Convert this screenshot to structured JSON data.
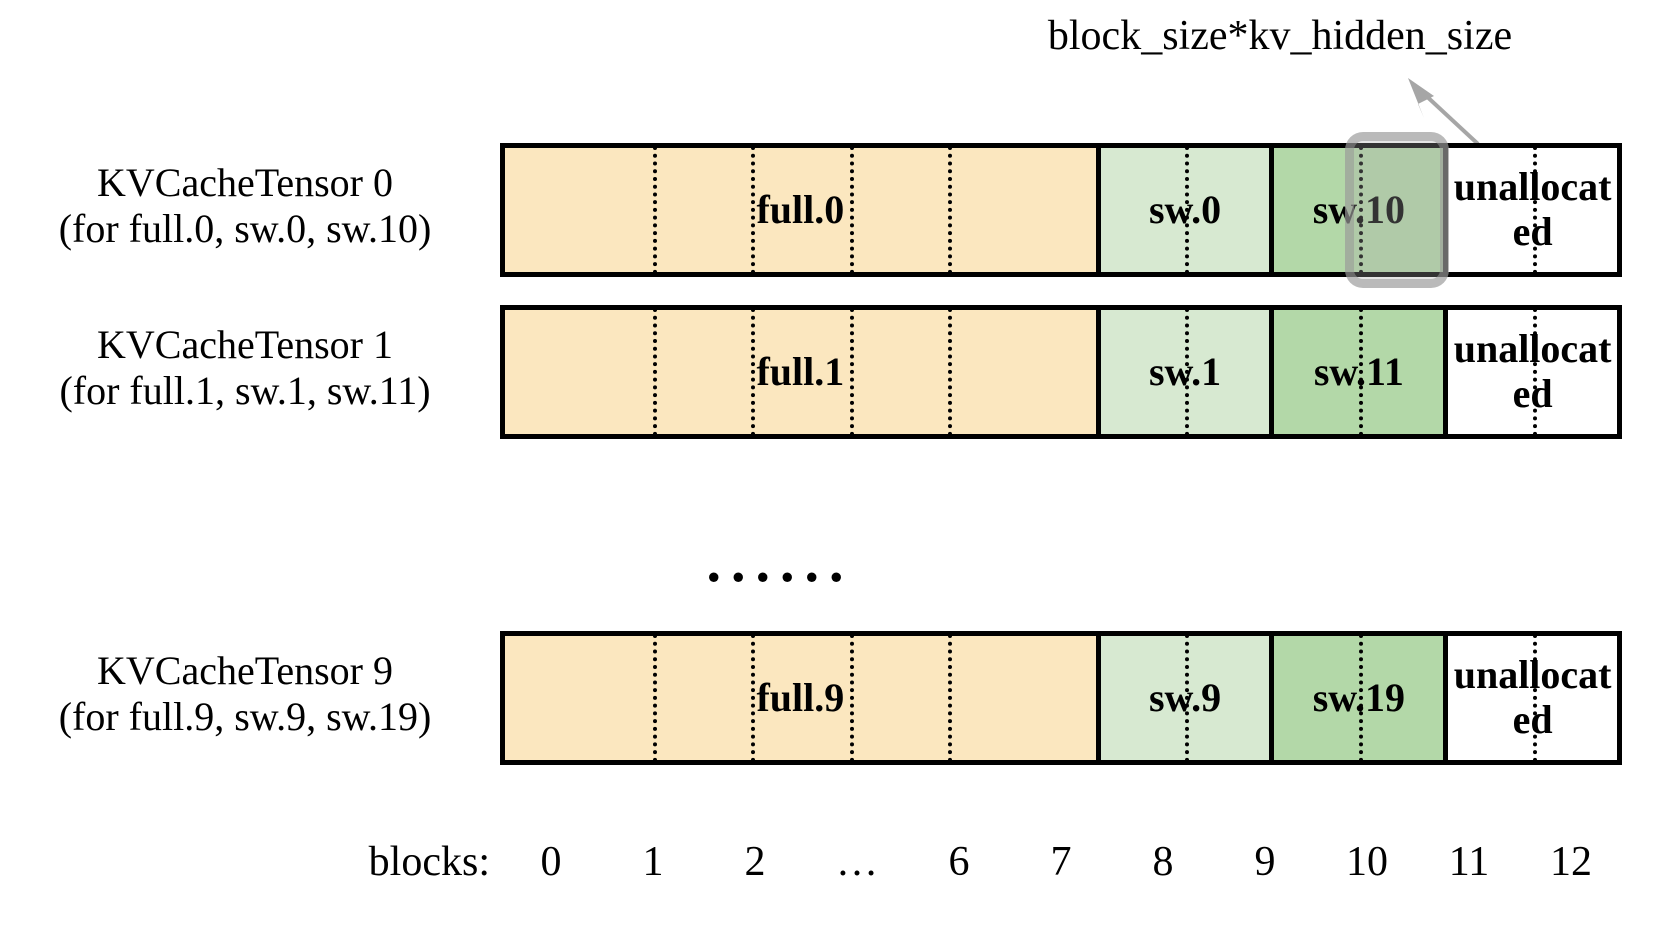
{
  "annotation": {
    "label": "block_size*kv_hidden_size",
    "arrow_icon": "arrow-up-left-icon"
  },
  "colors": {
    "full": "#fbe7bf",
    "sw_light": "#d7e9d1",
    "sw_dark": "#b3d8a8",
    "unallocated": "#ffffff",
    "border": "#000000",
    "highlight": "#969696"
  },
  "rows": [
    {
      "label_line1": "KVCacheTensor 0",
      "label_line2": "(for full.0, sw.0, sw.10)",
      "segments": [
        {
          "text": "full.0",
          "kind": "full",
          "blocks": 7
        },
        {
          "text": "sw.0",
          "kind": "sw_light",
          "blocks": 2
        },
        {
          "text": "sw.10",
          "kind": "sw_dark",
          "blocks": 2
        },
        {
          "text": "unallocated",
          "kind": "unallocated",
          "blocks": 2
        }
      ]
    },
    {
      "label_line1": "KVCacheTensor 1",
      "label_line2": "(for full.1, sw.1, sw.11)",
      "segments": [
        {
          "text": "full.1",
          "kind": "full",
          "blocks": 7
        },
        {
          "text": "sw.1",
          "kind": "sw_light",
          "blocks": 2
        },
        {
          "text": "sw.11",
          "kind": "sw_dark",
          "blocks": 2
        },
        {
          "text": "unallocated",
          "kind": "unallocated",
          "blocks": 2
        }
      ]
    },
    {
      "label_line1": "KVCacheTensor 9",
      "label_line2": "(for full.9, sw.9, sw.19)",
      "segments": [
        {
          "text": "full.9",
          "kind": "full",
          "blocks": 7
        },
        {
          "text": "sw.9",
          "kind": "sw_light",
          "blocks": 2
        },
        {
          "text": "sw.19",
          "kind": "sw_dark",
          "blocks": 2
        },
        {
          "text": "unallocated",
          "kind": "unallocated",
          "blocks": 2
        }
      ]
    }
  ],
  "mid_ellipsis": "......",
  "axis": {
    "title": "blocks:",
    "ticks": [
      "0",
      "1",
      "2",
      "…",
      "6",
      "7",
      "8",
      "9",
      "10",
      "11",
      "12"
    ]
  }
}
